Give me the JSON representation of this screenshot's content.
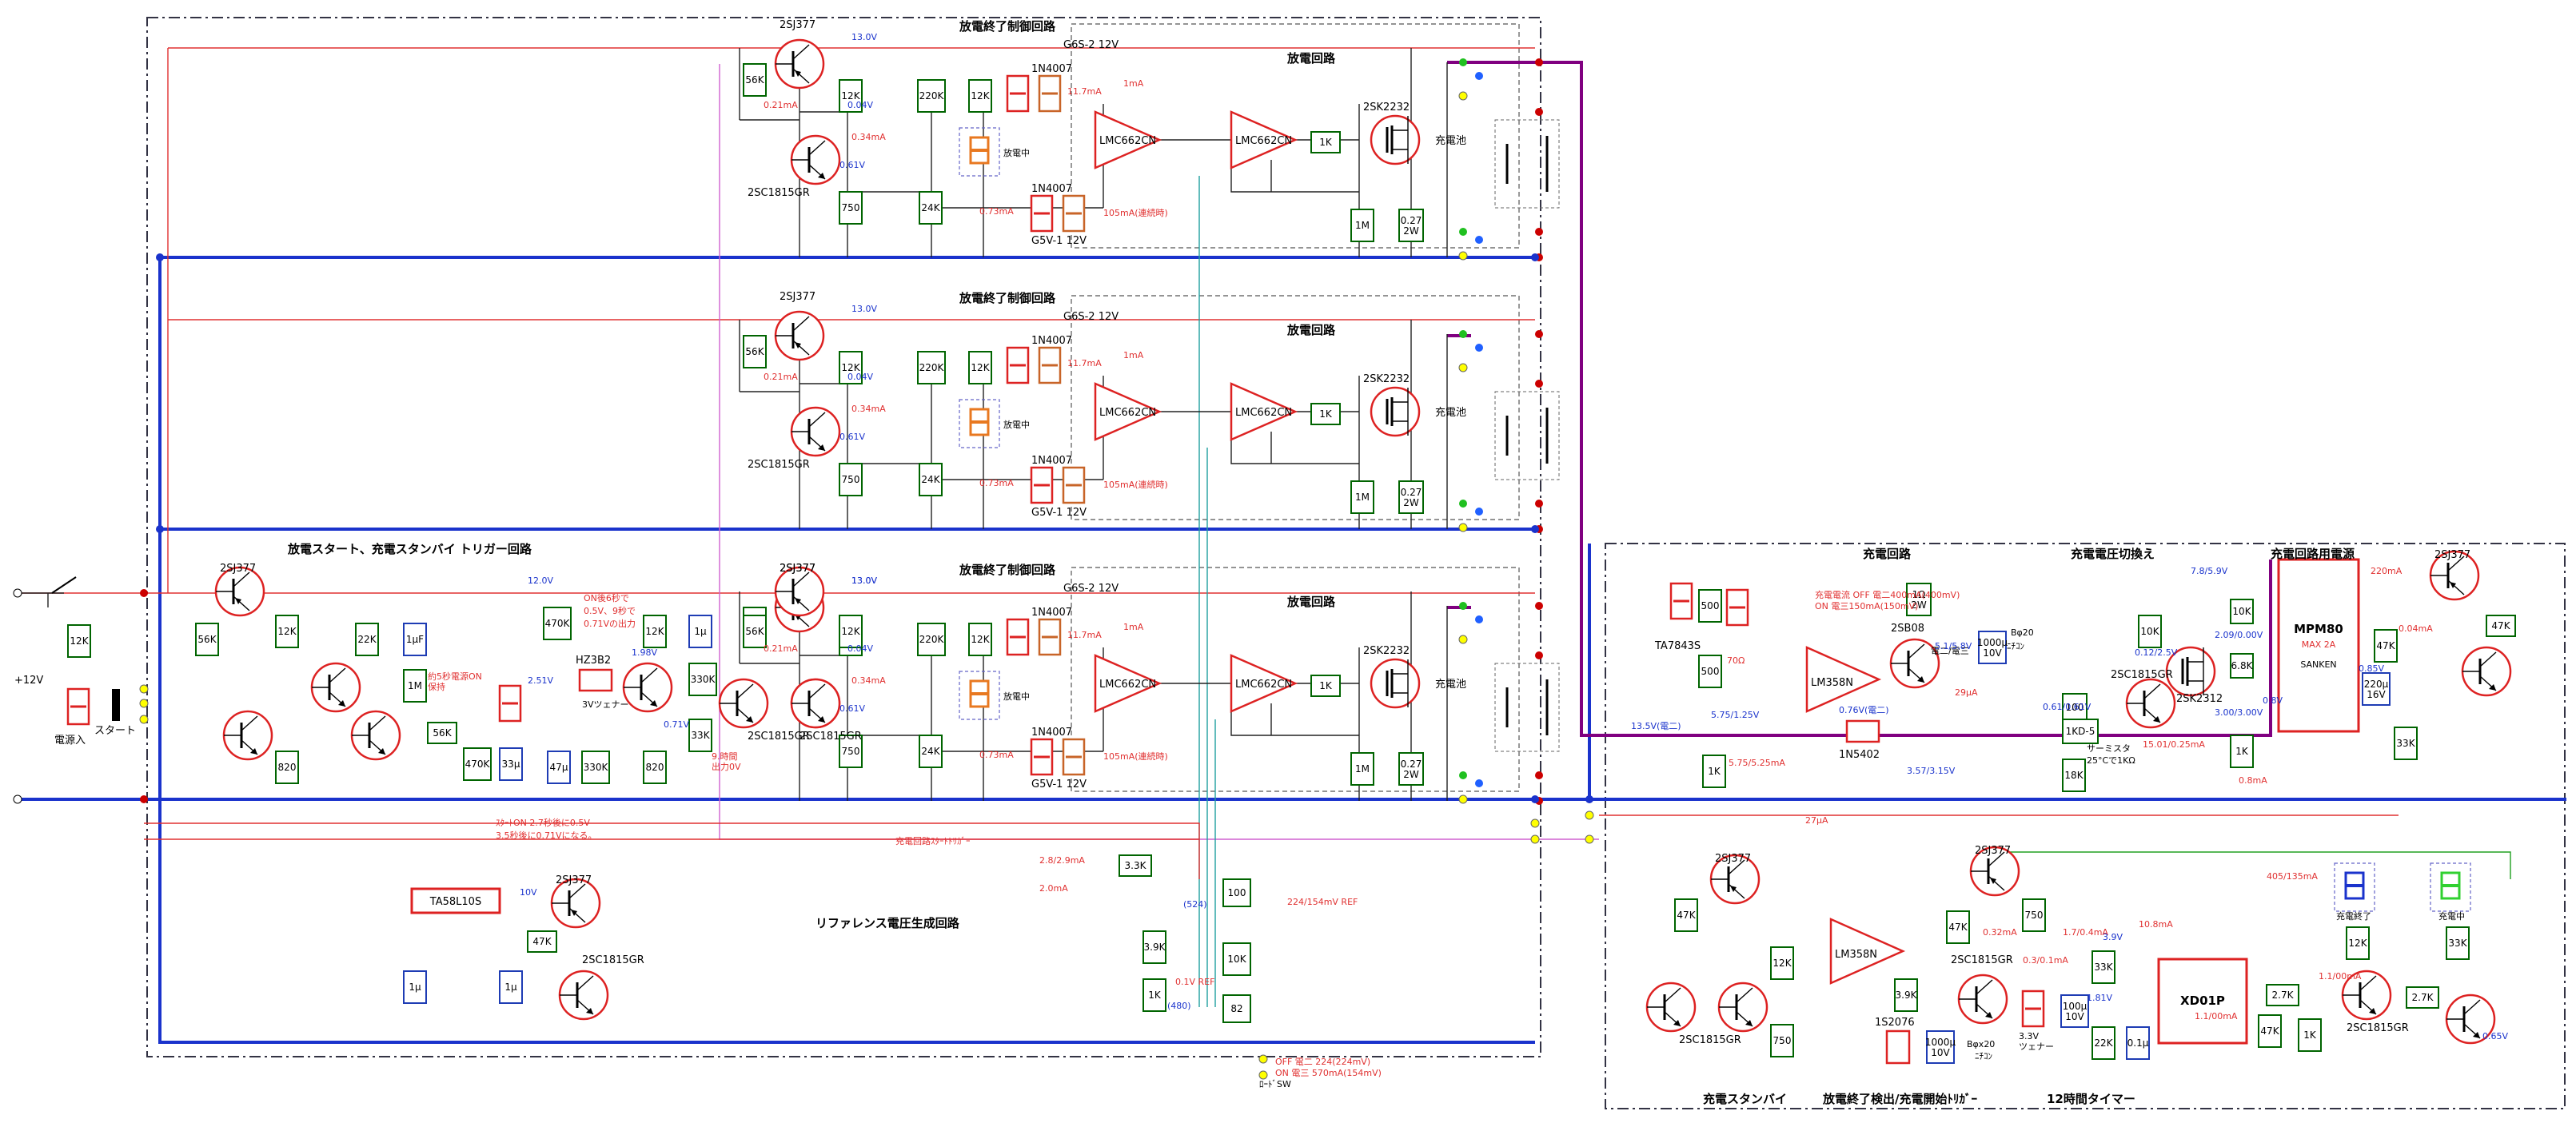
{
  "titles": {
    "discharge_end_control": "放電終了制御回路",
    "discharge": "放電回路",
    "start_trigger": "放電スタート、充電スタンバイ トリガー回路",
    "reference": "リファレンス電圧生成回路",
    "charge": "充電回路",
    "charge_voltage_switch": "充電電圧切換え",
    "charge_power": "充電回路用電源",
    "charge_standby": "充電スタンバイ",
    "discharge_end_detect": "放電終了検出/充電開始ﾄﾘｶﾞｰ",
    "timer_12h": "12時間タイマー"
  },
  "parts": {
    "q_2sj377": "2SJ377",
    "q_2sc1815": "2SC1815GR",
    "q_2sk2232": "2SK2232",
    "q_2sb": "2SB08",
    "q_2sk2312": "2SK2312",
    "oa_lmc": "LMC662CN",
    "oa_lm358": "LM358N",
    "relay_g6s": "G6S-2 12V",
    "relay_g5v": "G5V-1 12V",
    "diode_1n4007": "1N4007",
    "diode_1n5402": "1N5402",
    "diode_1s2076": "1S2076",
    "ic_ta78": "TA7843S",
    "ic_ta58": "TA58L10S",
    "ic_xd": "XD01P",
    "mpm": "MPM80",
    "mpm_max": "MAX 2A",
    "sanken": "SANKEN",
    "zener": "HZ3B2",
    "zener_note": "3Vツェナー",
    "battery": "充電池",
    "led_discharge": "放電中",
    "led_charge": "充電中",
    "led_done": "充電終了",
    "power_in": "電源入",
    "start": "スタート",
    "v12": "+12V",
    "cap_mark": "ﾆﾁｺﾝ",
    "load_sw": "ﾛｰﾄﾞSW"
  },
  "values": {
    "r56k": "56K",
    "r12k": "12K",
    "r750": "750",
    "r220k": "220K",
    "r24k": "24K",
    "r1k": "1K",
    "r1m": "1M",
    "r027": "0.27\n2W",
    "r820": "820",
    "r22k": "22K",
    "r470k": "470K",
    "r330k": "330K",
    "r33k": "33K",
    "r47k": "47K",
    "r3k3": "3.3K",
    "r3k9": "3.9K",
    "r100": "100",
    "r10k": "10K",
    "r82": "82",
    "r500": "500",
    "r70": "70Ω",
    "r1ohm": "1Ω\n2W",
    "r18k": "18K",
    "r2k7": "2.7K",
    "r68k": "6.8K",
    "c1u": "1μ",
    "c1uf": "1μF",
    "c33u": "33μ",
    "c47u": "47μ",
    "c100u": "100μ\n10V",
    "c1000u": "1000μ\n10V",
    "c220u": "220μ\n16V",
    "c01u": "0.1μ",
    "c1kd": "1KD-5"
  },
  "measurements": {
    "v13": "13.0V",
    "v0_4": "0.04V",
    "v0_61": "0.61V",
    "ma021": "0.21mA",
    "ma034": "0.34mA",
    "ma117": "11.7mA",
    "ma1": "1mA",
    "ma073": "0.73mA",
    "ma105": "105mA(連続時)",
    "v12_0": "12.0V",
    "v1_98": "1.98V",
    "v0_71": "0.71V",
    "v2_51": "2.51V",
    "on_note1": "ON後6秒で",
    "on_note2": "0.5V、9秒で",
    "on_note3": "0.71Vの出力",
    "hold": "約5秒電源ON\n保持",
    "out9": "9.時間\n出力0V",
    "note_s1": "ｽﾀｰﾄON 2.7秒後に0.5V",
    "note_s2": "3.5秒後に0.71Vになる。",
    "trig": "充電回路ｽﾀｰﾄﾄﾘｶﾞｰ",
    "ma_2_29": "2.8/2.9mA",
    "ma_2_0": "2.0mA",
    "ref224": "224/154mV REF",
    "v10": "10V",
    "v524": "(524)",
    "v0_1": "0.1V REF",
    "v480": "(480)",
    "off_ref": "OFF 電二 224(224mV)",
    "on_ref": "ON 電三 570mA(154mV)",
    "v1_35": "13.5V(電二)",
    "ch_off": "充電電流 OFF 電二400mA(400mV)",
    "ch_on": "ON 電三150mA(150mV)",
    "v575": "5.75/1.25V",
    "v575b": "5.75/5.25mA",
    "v0_7": "0.76V(電二)",
    "v357": "3.57/3.15V",
    "v7_8": "7.8/5.9V",
    "ma29": "29μA",
    "v0_61b": "0.61/0.61V",
    "v3_00": "3.00/3.00V",
    "v2_09": "2.09/0.00V",
    "v0_8": "0.8V",
    "ma0_8": "0.8mA",
    "ma220": "220mA",
    "ma0_04": "0.04mA",
    "v0_85": "0.85V",
    "temp": "25°Cで1KΩ",
    "sarmistor": "サーミスタ",
    "ua27": "27μA",
    "ma405": "405/135mA",
    "v3_9": "3.9V",
    "v1_7": "1.7/0.4mA",
    "v1_81": "1.81V",
    "v0_3": "0.3/0.1mA",
    "ma11": "1.1/00mA",
    "ma108": "10.8mA",
    "v2_5": "0.12/2.5V",
    "v1_5": "15.01/0.25mA",
    "v033": "0.32mA",
    "b20": "Bφ20",
    "b20b": "Bφx20",
    "zener33": "3.3V\nツェナー",
    "mcoil": "電二/電三",
    "v0_51": "5.1/5.8V",
    "v0_85b": "0.65V",
    "v0_61c": "0.61V",
    "v0_8mA": "0.8mA",
    "v11": "1.1/00mA"
  },
  "colors": {
    "wire": "#222222",
    "rail_blue": "#1a33cc",
    "rail_purple": "#800080",
    "red": "#e03030",
    "magenta": "#d060d0",
    "teal": "#20a0a0",
    "resistor": "#006400",
    "capacitor": "#1e3cb4",
    "active": "#dd2222"
  }
}
